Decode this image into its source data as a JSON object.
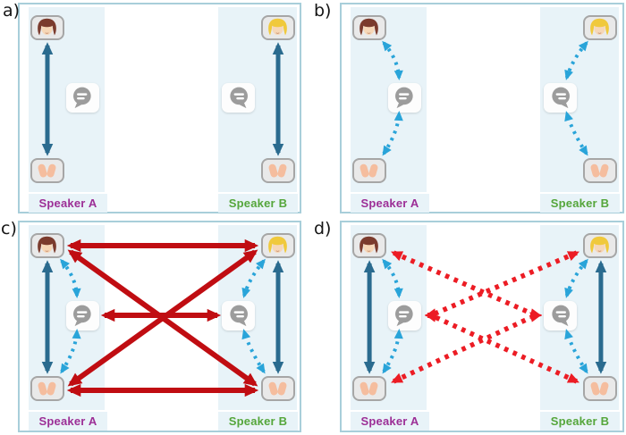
{
  "figure": {
    "background": "#ffffff",
    "panel_letters": {
      "a": "a)",
      "b": "b)",
      "c": "c)",
      "d": "d)"
    }
  },
  "speakers": {
    "A": {
      "label": "Speaker A",
      "label_color": "#9C2E96",
      "hair_color": "#7B3B2D"
    },
    "B": {
      "label": "Speaker B",
      "label_color": "#55A63B",
      "hair_color": "#F0C93C"
    }
  },
  "icons": {
    "face": "face-icon",
    "speech_bubble": "speech-bubble-icon",
    "hands": "gesture-hands-icon"
  },
  "style": {
    "panel_border": "#A8CEDA",
    "band_fill": "#E8F3F8",
    "box_border": "#A6A6A6",
    "box_fill": "#E9E9E9",
    "card_fill": "#FDFDFD",
    "bubble_gray": "#9C9C9C",
    "skin": "#F6D7B7",
    "hands": "#F5BD9E",
    "arrow_teal": "#2A6B8F",
    "arrow_cyan": "#29A4D9",
    "arrow_red_solid": "#C00D12",
    "arrow_red_dotted": "#EC1C24"
  },
  "panels": [
    {
      "id": "a",
      "label": "a)",
      "edges": [
        {
          "from": "face_A",
          "to": "hands_A",
          "kind": "gesture",
          "direction": "both"
        },
        {
          "from": "face_B",
          "to": "hands_B",
          "kind": "gesture",
          "direction": "both"
        }
      ]
    },
    {
      "id": "b",
      "label": "b)",
      "edges": [
        {
          "from": "face_A",
          "to": "bubble_A",
          "kind": "speech",
          "direction": "both"
        },
        {
          "from": "hands_A",
          "to": "bubble_A",
          "kind": "speech",
          "direction": "both"
        },
        {
          "from": "face_B",
          "to": "bubble_B",
          "kind": "speech",
          "direction": "both"
        },
        {
          "from": "hands_B",
          "to": "bubble_B",
          "kind": "speech",
          "direction": "both"
        }
      ]
    },
    {
      "id": "c",
      "label": "c)",
      "edges": [
        {
          "from": "face_A",
          "to": "hands_A",
          "kind": "gesture",
          "direction": "both"
        },
        {
          "from": "face_B",
          "to": "hands_B",
          "kind": "gesture",
          "direction": "both"
        },
        {
          "from": "face_A",
          "to": "bubble_A",
          "kind": "speech",
          "direction": "both"
        },
        {
          "from": "hands_A",
          "to": "bubble_A",
          "kind": "speech",
          "direction": "both"
        },
        {
          "from": "face_B",
          "to": "bubble_B",
          "kind": "speech",
          "direction": "both"
        },
        {
          "from": "hands_B",
          "to": "bubble_B",
          "kind": "speech",
          "direction": "both"
        },
        {
          "from": "face_A",
          "to": "face_B",
          "kind": "cross_solid",
          "direction": "both"
        },
        {
          "from": "hands_A",
          "to": "hands_B",
          "kind": "cross_solid",
          "direction": "both"
        },
        {
          "from": "face_A",
          "to": "hands_B",
          "kind": "cross_solid",
          "direction": "both"
        },
        {
          "from": "hands_A",
          "to": "face_B",
          "kind": "cross_solid",
          "direction": "both"
        },
        {
          "from": "bubble_A",
          "to": "bubble_B",
          "kind": "cross_solid",
          "direction": "both"
        }
      ]
    },
    {
      "id": "d",
      "label": "d)",
      "edges": [
        {
          "from": "face_A",
          "to": "hands_A",
          "kind": "gesture",
          "direction": "both"
        },
        {
          "from": "face_B",
          "to": "hands_B",
          "kind": "gesture",
          "direction": "both"
        },
        {
          "from": "face_A",
          "to": "bubble_A",
          "kind": "speech",
          "direction": "both"
        },
        {
          "from": "hands_A",
          "to": "bubble_A",
          "kind": "speech",
          "direction": "both"
        },
        {
          "from": "face_B",
          "to": "bubble_B",
          "kind": "speech",
          "direction": "both"
        },
        {
          "from": "hands_B",
          "to": "bubble_B",
          "kind": "speech",
          "direction": "both"
        },
        {
          "from": "face_A",
          "to": "bubble_B",
          "kind": "cross_dotted",
          "direction": "both"
        },
        {
          "from": "hands_A",
          "to": "bubble_B",
          "kind": "cross_dotted",
          "direction": "both"
        },
        {
          "from": "face_B",
          "to": "bubble_A",
          "kind": "cross_dotted",
          "direction": "both"
        },
        {
          "from": "hands_B",
          "to": "bubble_A",
          "kind": "cross_dotted",
          "direction": "both"
        }
      ]
    }
  ]
}
